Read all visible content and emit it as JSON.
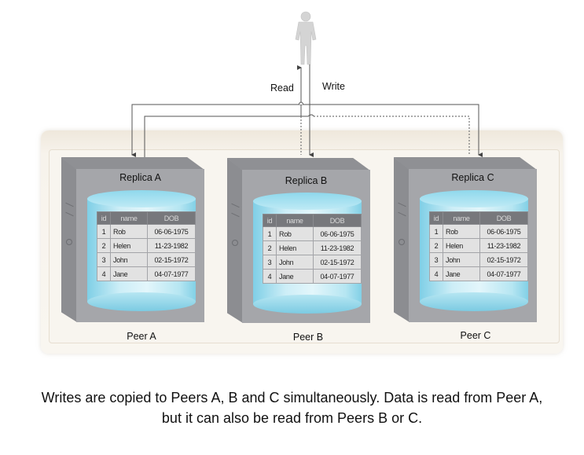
{
  "diagram": {
    "actor": {
      "icon": "person-icon"
    },
    "arrows": {
      "read_label": "Read",
      "write_label": "Write"
    },
    "peers": [
      {
        "replica_label": "Replica A",
        "peer_label": "Peer A",
        "table": {
          "headers": [
            "id",
            "name",
            "DOB"
          ],
          "rows": [
            [
              "1",
              "Rob",
              "06-06-1975"
            ],
            [
              "2",
              "Helen",
              "11-23-1982"
            ],
            [
              "3",
              "John",
              "02-15-1972"
            ],
            [
              "4",
              "Jane",
              "04-07-1977"
            ]
          ]
        }
      },
      {
        "replica_label": "Replica B",
        "peer_label": "Peer B",
        "table": {
          "headers": [
            "id",
            "name",
            "DOB"
          ],
          "rows": [
            [
              "1",
              "Rob",
              "06-06-1975"
            ],
            [
              "2",
              "Helen",
              "11-23-1982"
            ],
            [
              "3",
              "John",
              "02-15-1972"
            ],
            [
              "4",
              "Jane",
              "04-07-1977"
            ]
          ]
        }
      },
      {
        "replica_label": "Replica C",
        "peer_label": "Peer C",
        "table": {
          "headers": [
            "id",
            "name",
            "DOB"
          ],
          "rows": [
            [
              "1",
              "Rob",
              "06-06-1975"
            ],
            [
              "2",
              "Helen",
              "11-23-1982"
            ],
            [
              "3",
              "John",
              "02-15-1972"
            ],
            [
              "4",
              "Jane",
              "04-07-1977"
            ]
          ]
        }
      }
    ],
    "caption_lines": [
      "Writes are copied to Peers A, B and C simultaneously. Data is read from Peer A,",
      "but it can also be read from Peers B or C."
    ]
  }
}
